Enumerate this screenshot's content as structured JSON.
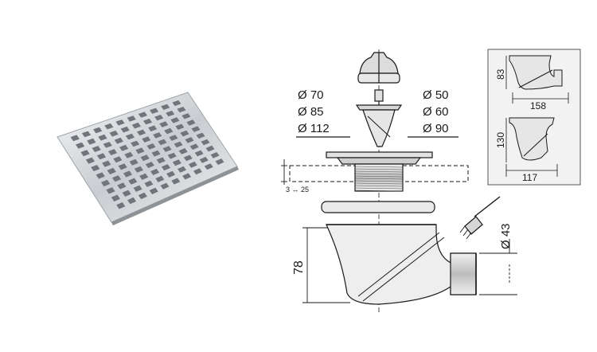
{
  "left_diameters": [
    "Ø 70",
    "Ø 85",
    "Ø 112"
  ],
  "right_diameters": [
    "Ø 50",
    "Ø 60",
    "Ø 90"
  ],
  "floor_range_label": "3 ↔ 25",
  "body_height_label": "78",
  "outlet_diameter_label": "Ø 43",
  "inset_top": {
    "height_label": "83",
    "width_label": "158"
  },
  "inset_bottom": {
    "height_label": "130",
    "width_label": "117"
  },
  "colors": {
    "line": "#1a1a1a",
    "steel_light": "#e6e8ea",
    "steel_dark": "#8a8f94",
    "grey_fill": "#d9d9d9",
    "inset_bg": "#f2f2f2"
  }
}
